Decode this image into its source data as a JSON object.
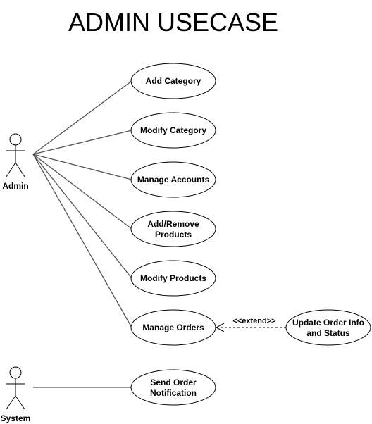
{
  "title": "ADMIN USECASE",
  "actors": {
    "admin": {
      "label": "Admin"
    },
    "system": {
      "label": "System"
    }
  },
  "use_cases": {
    "add_category": [
      "Add Category"
    ],
    "modify_category": [
      "Modify Category"
    ],
    "manage_accounts": [
      "Manage Accounts"
    ],
    "add_remove_products": [
      "Add/Remove",
      "Products"
    ],
    "modify_products": [
      "Modify Products"
    ],
    "manage_orders": [
      "Manage Orders"
    ],
    "update_order_info": [
      "Update Order Info",
      "and Status"
    ],
    "send_order_notification": [
      "Send Order",
      "Notification"
    ]
  },
  "relations": {
    "extend_label": "<<extend>>"
  }
}
